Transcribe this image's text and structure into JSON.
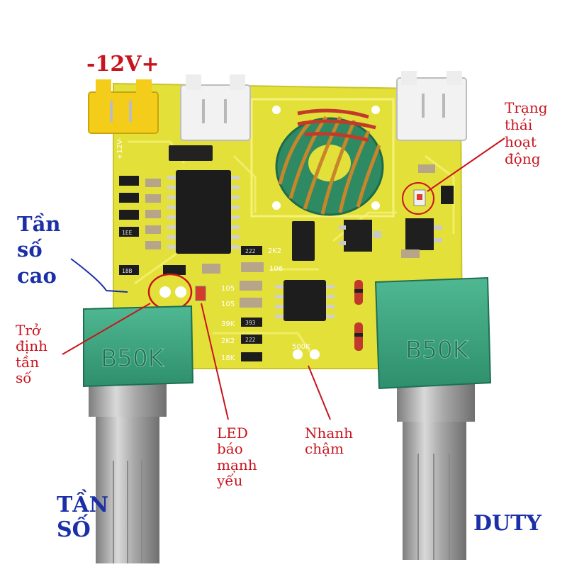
{
  "labels": {
    "voltage": "-12V+",
    "tan_so_cao": "Tần\nsố\ncao",
    "tro_dinh_tan_so": "Trở\nđịnh\ntần\nsố",
    "led_bao_manh_yeu": "LED\nbáo\nmạnh\nyếu",
    "nhanh_cham": "Nhanh\nchậm",
    "trang_thai_hoat_dong": "Trạng\nthái\nhoạt\nđộng",
    "tan_so": "TẦN\nSỐ",
    "duty": "DUTY"
  },
  "board_markings": {
    "pot_left": "B50K",
    "pot_right": "B50K",
    "silk_12v": "+12V-",
    "silk_2k2_a": "2K2",
    "silk_106": "106",
    "silk_105_a": "105",
    "silk_105_b": "105",
    "silk_39k": "39K",
    "silk_2k2_b": "2K2",
    "silk_18k": "18K",
    "silk_500k": "500K",
    "res_222a": "222",
    "res_393": "393",
    "res_222b": "222",
    "res_1ee": "1EE",
    "res_18b": "18B"
  },
  "colors": {
    "annotation_red": "#c8141e",
    "annotation_blue": "#1b2fa8",
    "pcb": "#e4e03a",
    "potentiometer": "#3aa582"
  }
}
